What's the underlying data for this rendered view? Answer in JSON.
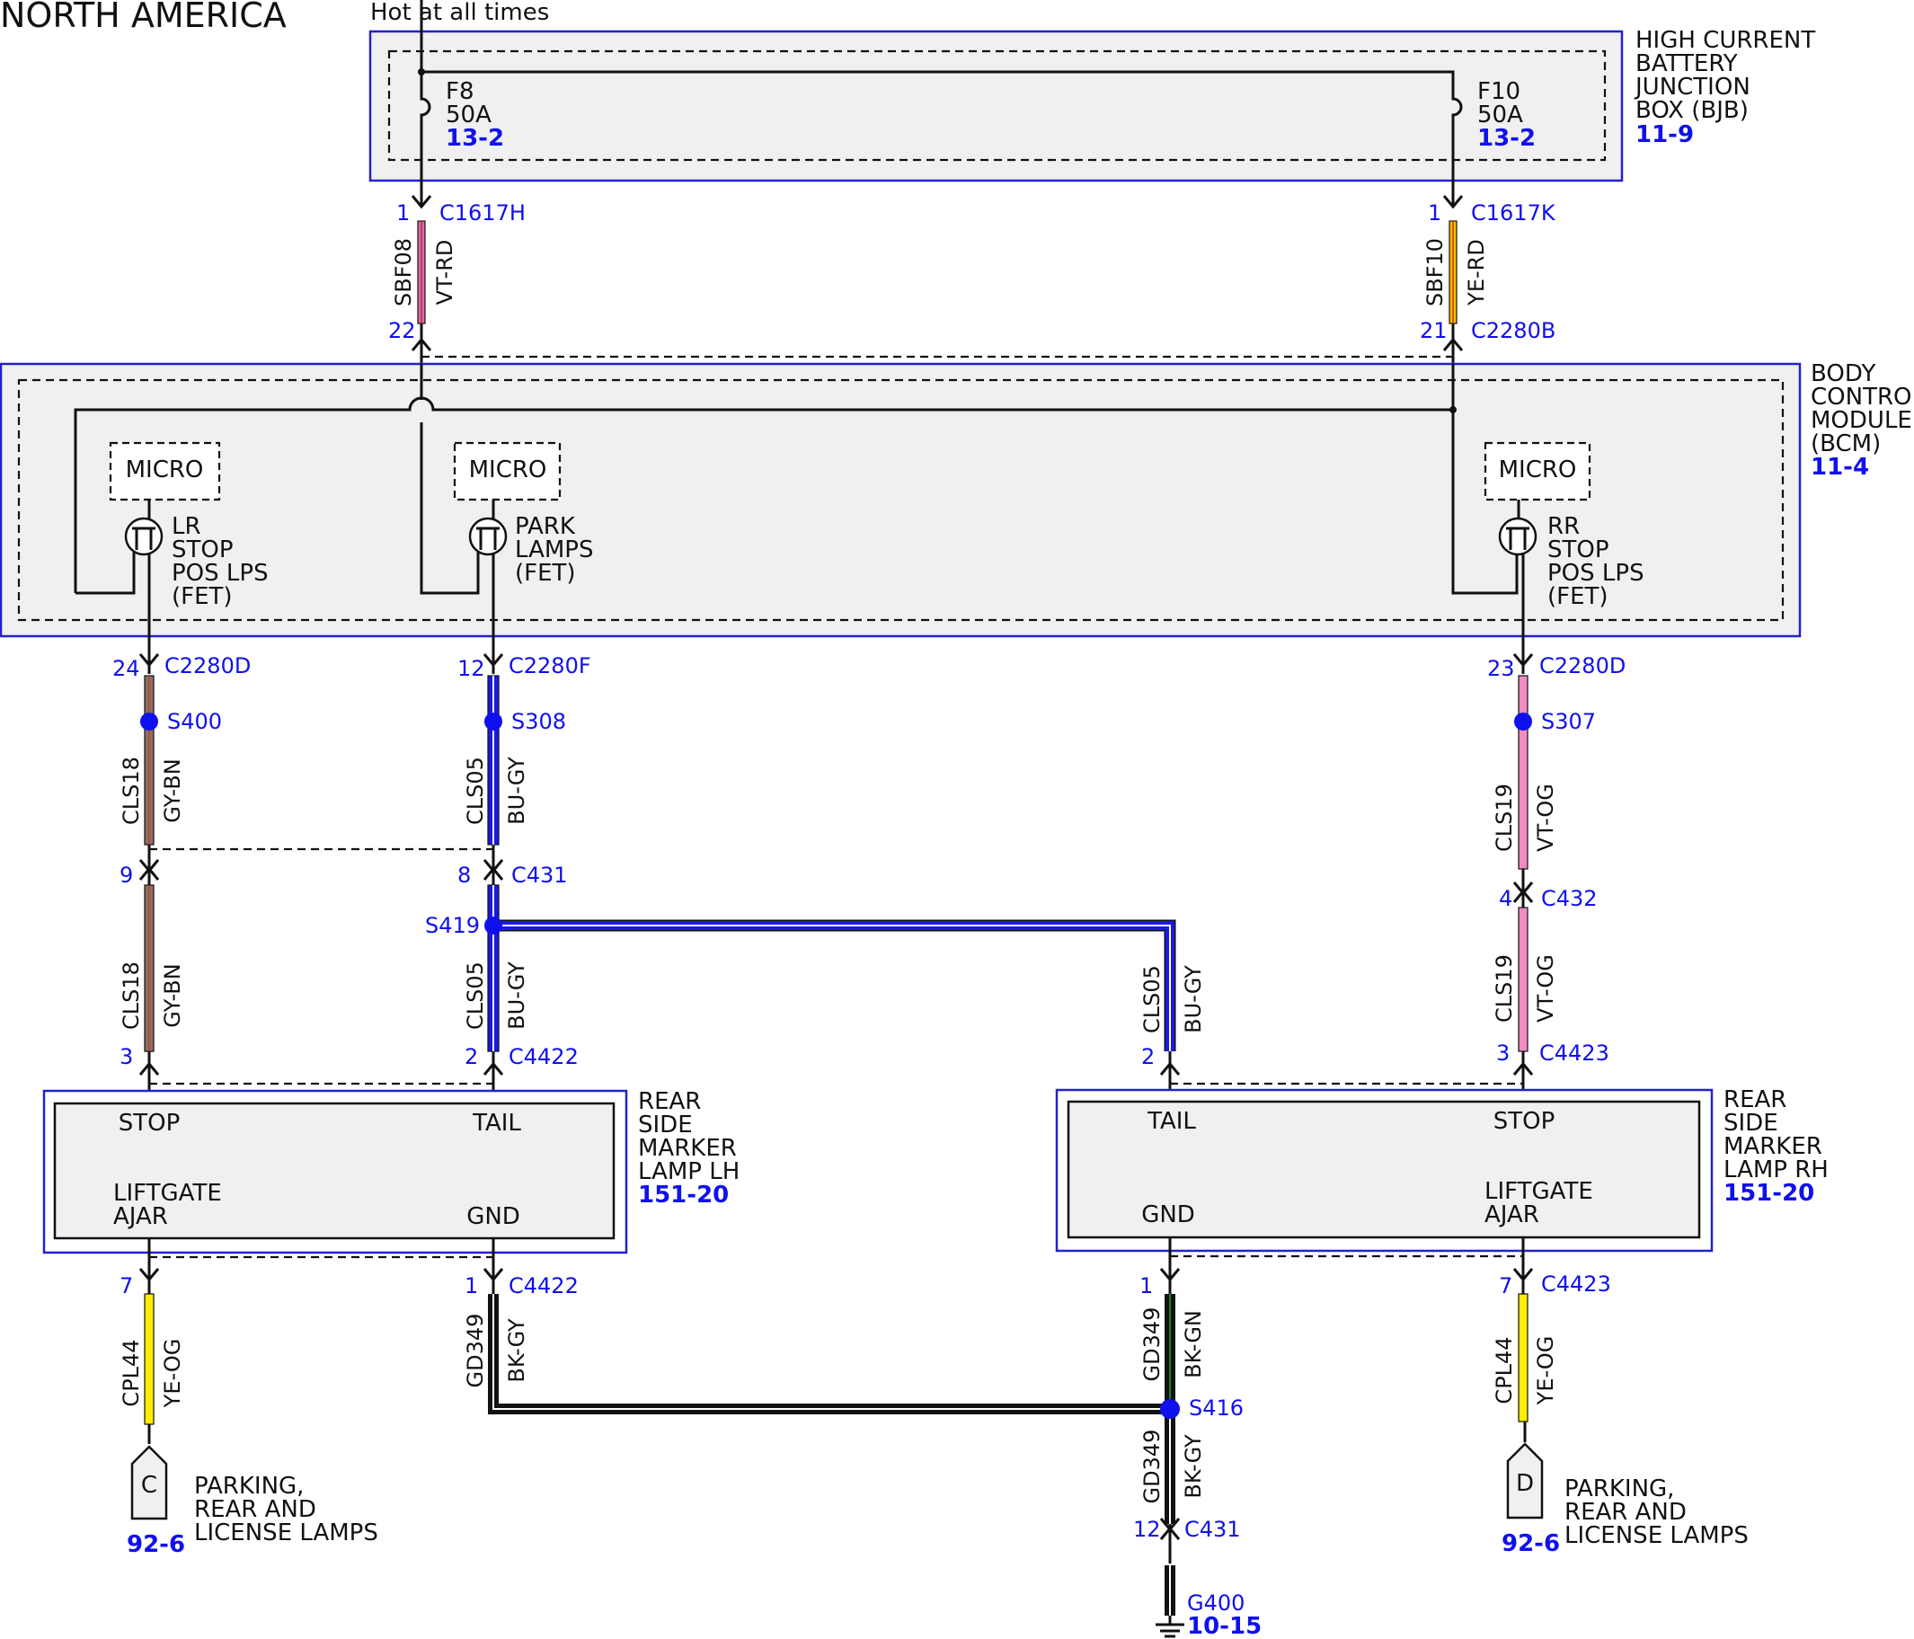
{
  "title": "NORTH AMERICA",
  "hot_label": "Hot at all times",
  "bjb": {
    "name_lines": [
      "HIGH CURRENT",
      "BATTERY",
      "JUNCTION",
      "BOX (BJB)"
    ],
    "ref": "11-9",
    "fuses": [
      {
        "id": "F8",
        "rating": "50A",
        "ref": "13-2"
      },
      {
        "id": "F10",
        "rating": "50A",
        "ref": "13-2"
      }
    ]
  },
  "bcm": {
    "name_lines": [
      "BODY",
      "CONTROL",
      "MODULE",
      "(BCM)"
    ],
    "ref": "11-4",
    "micro_label": "MICRO",
    "fets": [
      {
        "lines": [
          "LR",
          "STOP",
          "POS LPS",
          "(FET)"
        ]
      },
      {
        "lines": [
          "PARK",
          "LAMPS",
          "(FET)"
        ]
      },
      {
        "lines": [
          "RR",
          "STOP",
          "POS LPS",
          "(FET)"
        ]
      }
    ]
  },
  "lamp_lh": {
    "name_lines": [
      "REAR",
      "SIDE",
      "MARKER",
      "LAMP LH"
    ],
    "ref": "151-20",
    "pins": {
      "stop": "STOP",
      "tail": "TAIL",
      "liftgate": [
        "LIFTGATE",
        "AJAR"
      ],
      "gnd": "GND"
    }
  },
  "lamp_rh": {
    "name_lines": [
      "REAR",
      "SIDE",
      "MARKER",
      "LAMP RH"
    ],
    "ref": "151-20",
    "pins": {
      "tail": "TAIL",
      "stop": "STOP",
      "liftgate": [
        "LIFTGATE",
        "AJAR"
      ],
      "gnd": "GND"
    }
  },
  "connectors": {
    "c1617h": {
      "pin": "1",
      "name": "C1617H"
    },
    "c1617k": {
      "pin": "1",
      "name": "C1617K"
    },
    "c2280b_l": {
      "pin": "22"
    },
    "c2280b_r": {
      "pin": "21",
      "name": "C2280B"
    },
    "c2280d_l": {
      "pin": "24",
      "name": "C2280D"
    },
    "c2280f": {
      "pin": "12",
      "name": "C2280F"
    },
    "c2280d_r": {
      "pin": "23",
      "name": "C2280D"
    },
    "c431_l": {
      "pin": "9"
    },
    "c431_m": {
      "pin": "8",
      "name": "C431"
    },
    "c432": {
      "pin": "4",
      "name": "C432"
    },
    "c4422_stop": {
      "pin": "3"
    },
    "c4422_tail": {
      "pin": "2",
      "name": "C4422"
    },
    "c4423_tail": {
      "pin": "2"
    },
    "c4423_stop": {
      "pin": "3",
      "name": "C4423"
    },
    "c4422_lift": {
      "pin": "7"
    },
    "c4422_gnd": {
      "pin": "1",
      "name": "C4422"
    },
    "c4423_gnd": {
      "pin": "1"
    },
    "c4423_lift": {
      "pin": "7",
      "name": "C4423"
    },
    "c431_gnd": {
      "pin": "12",
      "name": "C431"
    }
  },
  "wires": [
    {
      "circuit": "SBF08",
      "color": "VT-RD"
    },
    {
      "circuit": "SBF10",
      "color": "YE-RD"
    },
    {
      "circuit": "CLS18",
      "color": "GY-BN"
    },
    {
      "circuit": "CLS05",
      "color": "BU-GY"
    },
    {
      "circuit": "CLS19",
      "color": "VT-OG"
    },
    {
      "circuit": "CPL44",
      "color": "YE-OG"
    },
    {
      "circuit": "GD349",
      "color": "BK-GY"
    },
    {
      "circuit": "GD349",
      "color": "BK-GN"
    }
  ],
  "splices": [
    "S400",
    "S308",
    "S307",
    "S419",
    "S416"
  ],
  "ground": {
    "name": "G400",
    "ref": "10-15"
  },
  "continuations": [
    {
      "letter": "C",
      "lines": [
        "PARKING,",
        "REAR AND",
        "LICENSE LAMPS"
      ],
      "ref": "92-6"
    },
    {
      "letter": "D",
      "lines": [
        "PARKING,",
        "REAR AND",
        "LICENSE LAMPS"
      ],
      "ref": "92-6"
    }
  ],
  "colors": {
    "violet_red": "#e06aa0",
    "yellow_red": "#f3c400",
    "gray_brown": "#8a7068",
    "blue_gray": "#1a1ae6",
    "violet_orange": "#f08cc0",
    "yellow_orange": "#ffee00",
    "black": "#111111",
    "splice_blue": "#1010ee",
    "box_blue": "#2222cc"
  }
}
